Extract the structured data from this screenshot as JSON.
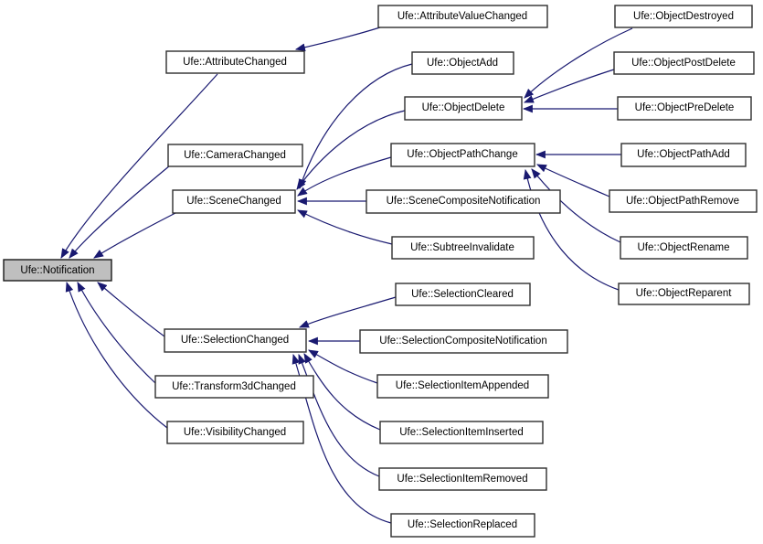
{
  "diagram": {
    "type": "class-inheritance-graph",
    "root_class": "Ufe::Notification",
    "colors": {
      "edge": "#191970",
      "node_border": "#2e2e2e",
      "node_fill": "#ffffff",
      "highlight_fill": "#bfbfbf",
      "text": "#000000",
      "background": "#ffffff"
    },
    "nodes": [
      {
        "id": "notification",
        "label": "Ufe::Notification",
        "highlighted": true
      },
      {
        "id": "attribute-changed",
        "label": "Ufe::AttributeChanged",
        "highlighted": false
      },
      {
        "id": "camera-changed",
        "label": "Ufe::CameraChanged",
        "highlighted": false
      },
      {
        "id": "scene-changed",
        "label": "Ufe::SceneChanged",
        "highlighted": false
      },
      {
        "id": "selection-changed",
        "label": "Ufe::SelectionChanged",
        "highlighted": false
      },
      {
        "id": "transform3d-changed",
        "label": "Ufe::Transform3dChanged",
        "highlighted": false
      },
      {
        "id": "visibility-changed",
        "label": "Ufe::VisibilityChanged",
        "highlighted": false
      },
      {
        "id": "attribute-value-changed",
        "label": "Ufe::AttributeValueChanged",
        "highlighted": false
      },
      {
        "id": "object-add",
        "label": "Ufe::ObjectAdd",
        "highlighted": false
      },
      {
        "id": "object-delete",
        "label": "Ufe::ObjectDelete",
        "highlighted": false
      },
      {
        "id": "object-path-change",
        "label": "Ufe::ObjectPathChange",
        "highlighted": false
      },
      {
        "id": "scene-composite-notification",
        "label": "Ufe::SceneCompositeNotification",
        "highlighted": false
      },
      {
        "id": "subtree-invalidate",
        "label": "Ufe::SubtreeInvalidate",
        "highlighted": false
      },
      {
        "id": "selection-cleared",
        "label": "Ufe::SelectionCleared",
        "highlighted": false
      },
      {
        "id": "selection-composite-notification",
        "label": "Ufe::SelectionCompositeNotification",
        "highlighted": false
      },
      {
        "id": "selection-item-appended",
        "label": "Ufe::SelectionItemAppended",
        "highlighted": false
      },
      {
        "id": "selection-item-inserted",
        "label": "Ufe::SelectionItemInserted",
        "highlighted": false
      },
      {
        "id": "selection-item-removed",
        "label": "Ufe::SelectionItemRemoved",
        "highlighted": false
      },
      {
        "id": "selection-replaced",
        "label": "Ufe::SelectionReplaced",
        "highlighted": false
      },
      {
        "id": "object-destroyed",
        "label": "Ufe::ObjectDestroyed",
        "highlighted": false
      },
      {
        "id": "object-post-delete",
        "label": "Ufe::ObjectPostDelete",
        "highlighted": false
      },
      {
        "id": "object-pre-delete",
        "label": "Ufe::ObjectPreDelete",
        "highlighted": false
      },
      {
        "id": "object-path-add",
        "label": "Ufe::ObjectPathAdd",
        "highlighted": false
      },
      {
        "id": "object-path-remove",
        "label": "Ufe::ObjectPathRemove",
        "highlighted": false
      },
      {
        "id": "object-rename",
        "label": "Ufe::ObjectRename",
        "highlighted": false
      },
      {
        "id": "object-reparent",
        "label": "Ufe::ObjectReparent",
        "highlighted": false
      }
    ],
    "edges": [
      {
        "from": "attribute-changed",
        "to": "notification"
      },
      {
        "from": "camera-changed",
        "to": "notification"
      },
      {
        "from": "scene-changed",
        "to": "notification"
      },
      {
        "from": "selection-changed",
        "to": "notification"
      },
      {
        "from": "transform3d-changed",
        "to": "notification"
      },
      {
        "from": "visibility-changed",
        "to": "notification"
      },
      {
        "from": "attribute-value-changed",
        "to": "attribute-changed"
      },
      {
        "from": "object-add",
        "to": "scene-changed"
      },
      {
        "from": "object-delete",
        "to": "scene-changed"
      },
      {
        "from": "object-path-change",
        "to": "scene-changed"
      },
      {
        "from": "scene-composite-notification",
        "to": "scene-changed"
      },
      {
        "from": "subtree-invalidate",
        "to": "scene-changed"
      },
      {
        "from": "object-destroyed",
        "to": "object-delete"
      },
      {
        "from": "object-post-delete",
        "to": "object-delete"
      },
      {
        "from": "object-pre-delete",
        "to": "object-delete"
      },
      {
        "from": "object-path-add",
        "to": "object-path-change"
      },
      {
        "from": "object-path-remove",
        "to": "object-path-change"
      },
      {
        "from": "object-rename",
        "to": "object-path-change"
      },
      {
        "from": "object-reparent",
        "to": "object-path-change"
      },
      {
        "from": "selection-cleared",
        "to": "selection-changed"
      },
      {
        "from": "selection-composite-notification",
        "to": "selection-changed"
      },
      {
        "from": "selection-item-appended",
        "to": "selection-changed"
      },
      {
        "from": "selection-item-inserted",
        "to": "selection-changed"
      },
      {
        "from": "selection-item-removed",
        "to": "selection-changed"
      },
      {
        "from": "selection-replaced",
        "to": "selection-changed"
      }
    ]
  }
}
